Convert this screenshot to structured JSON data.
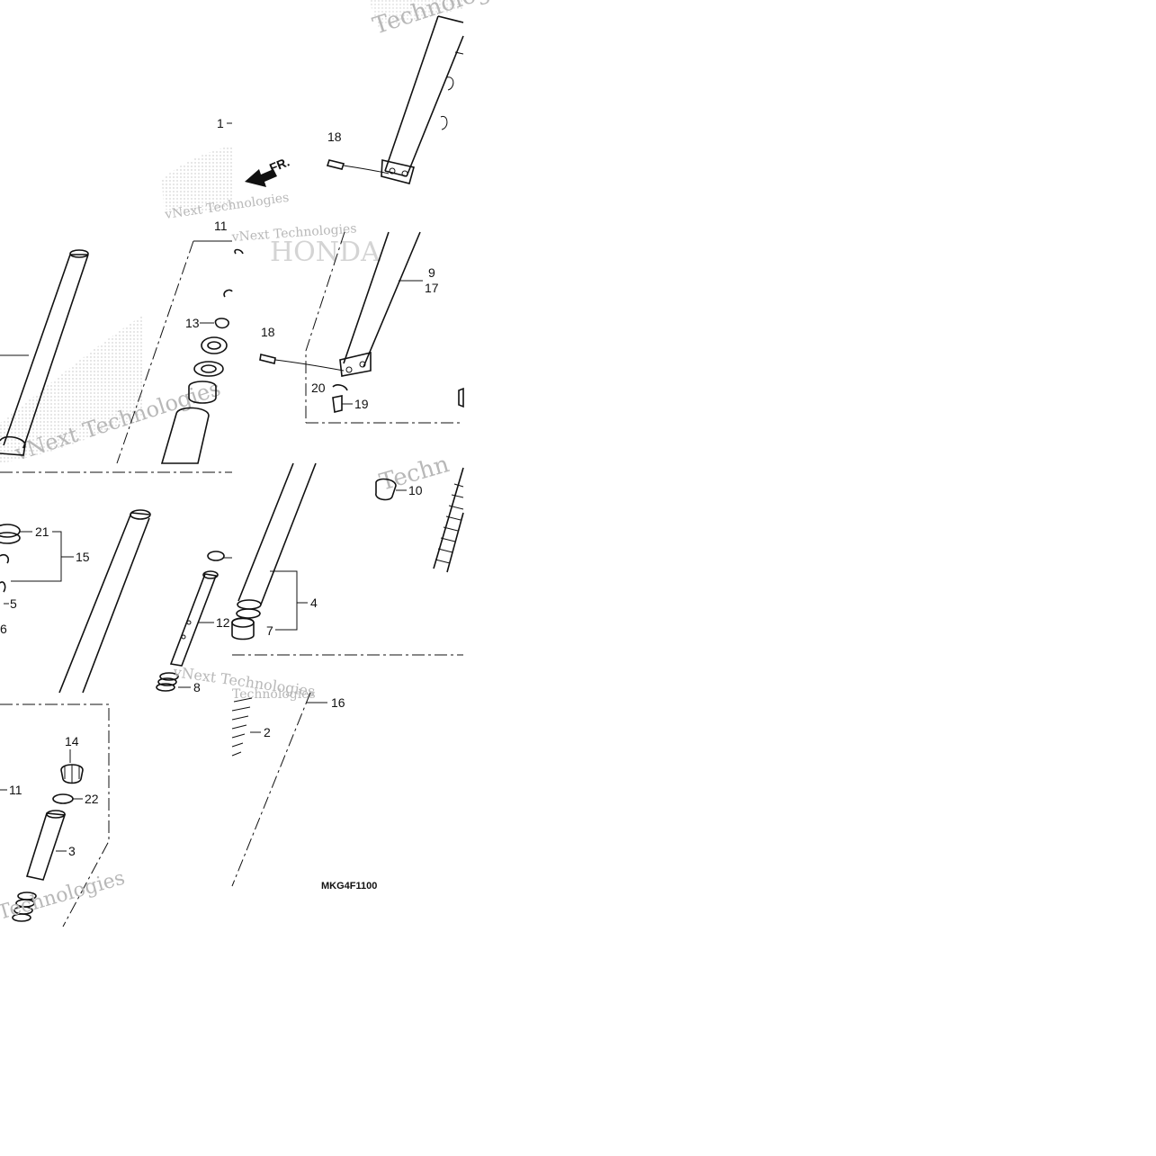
{
  "diagram": {
    "code": "MKG4F1100",
    "direction_label": "FR.",
    "callouts": [
      {
        "id": "c1",
        "text": "1"
      },
      {
        "id": "c2",
        "text": "2"
      },
      {
        "id": "c3",
        "text": "3"
      },
      {
        "id": "c4",
        "text": "4"
      },
      {
        "id": "c5",
        "text": "5"
      },
      {
        "id": "c6",
        "text": "6"
      },
      {
        "id": "c7",
        "text": "7"
      },
      {
        "id": "c8",
        "text": "8"
      },
      {
        "id": "c9",
        "text": "9"
      },
      {
        "id": "c10",
        "text": "10"
      },
      {
        "id": "c11a",
        "text": "11"
      },
      {
        "id": "c11b",
        "text": "11"
      },
      {
        "id": "c12",
        "text": "12"
      },
      {
        "id": "c13",
        "text": "13"
      },
      {
        "id": "c14",
        "text": "14"
      },
      {
        "id": "c15",
        "text": "15"
      },
      {
        "id": "c16",
        "text": "16"
      },
      {
        "id": "c17",
        "text": "17"
      },
      {
        "id": "c18a",
        "text": "18"
      },
      {
        "id": "c18b",
        "text": "18"
      },
      {
        "id": "c19",
        "text": "19"
      },
      {
        "id": "c20",
        "text": "20"
      },
      {
        "id": "c21",
        "text": "21"
      },
      {
        "id": "c22",
        "text": "22"
      }
    ],
    "watermarks": [
      "vNext Technologies",
      "Technologies",
      "HONDA",
      "Techn"
    ]
  }
}
